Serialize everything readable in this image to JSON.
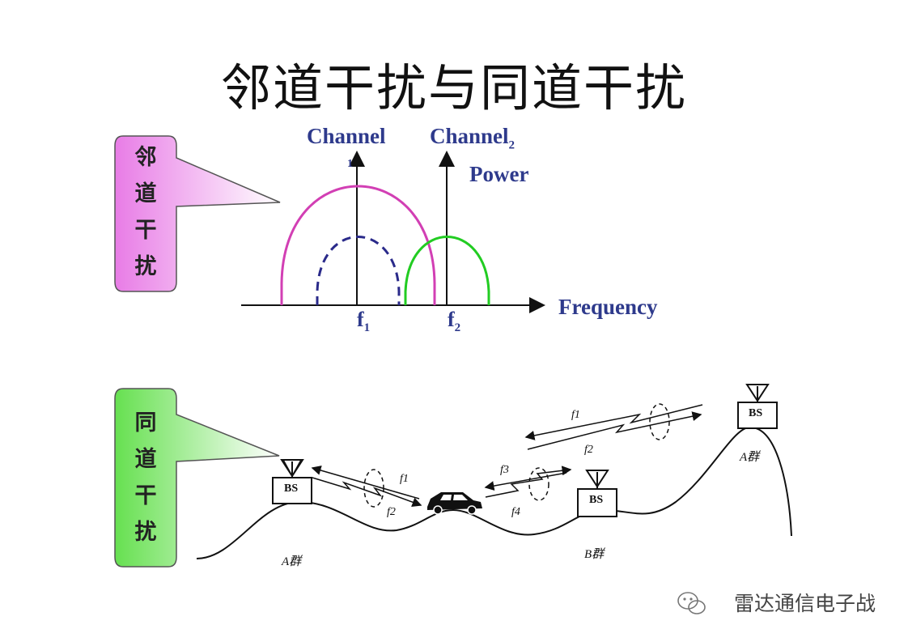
{
  "title": "邻道干扰与同道干扰",
  "callouts": {
    "adjacent": {
      "label": "邻道干扰",
      "color": "#f0a6f0"
    },
    "cochannel": {
      "label": "同道干扰",
      "color": "#8ee07a"
    }
  },
  "spectrum": {
    "channel1_label": "Channel",
    "channel1_sub": "1",
    "channel2_label": "Channel",
    "channel2_sub": "2",
    "power_label": "Power",
    "frequency_label": "Frequency",
    "f1_label": "f",
    "f1_sub": "1",
    "f2_label": "f",
    "f2_sub": "2",
    "colors": {
      "channel1": "#d23fb4",
      "channel1_dashed": "#2a2a8a",
      "channel2": "#22cc22"
    }
  },
  "terrain": {
    "bs_label": "BS",
    "group_a_left": "A群",
    "group_b": "B群",
    "group_a_right": "A群",
    "link_left": {
      "upper": "f1",
      "lower": "f2"
    },
    "link_middle": {
      "upper": "f3",
      "lower": "f4"
    },
    "link_top": {
      "upper": "f1",
      "lower": "f2"
    }
  },
  "watermark": {
    "text": "雷达通信电子战",
    "icon": "wechat-icon"
  }
}
